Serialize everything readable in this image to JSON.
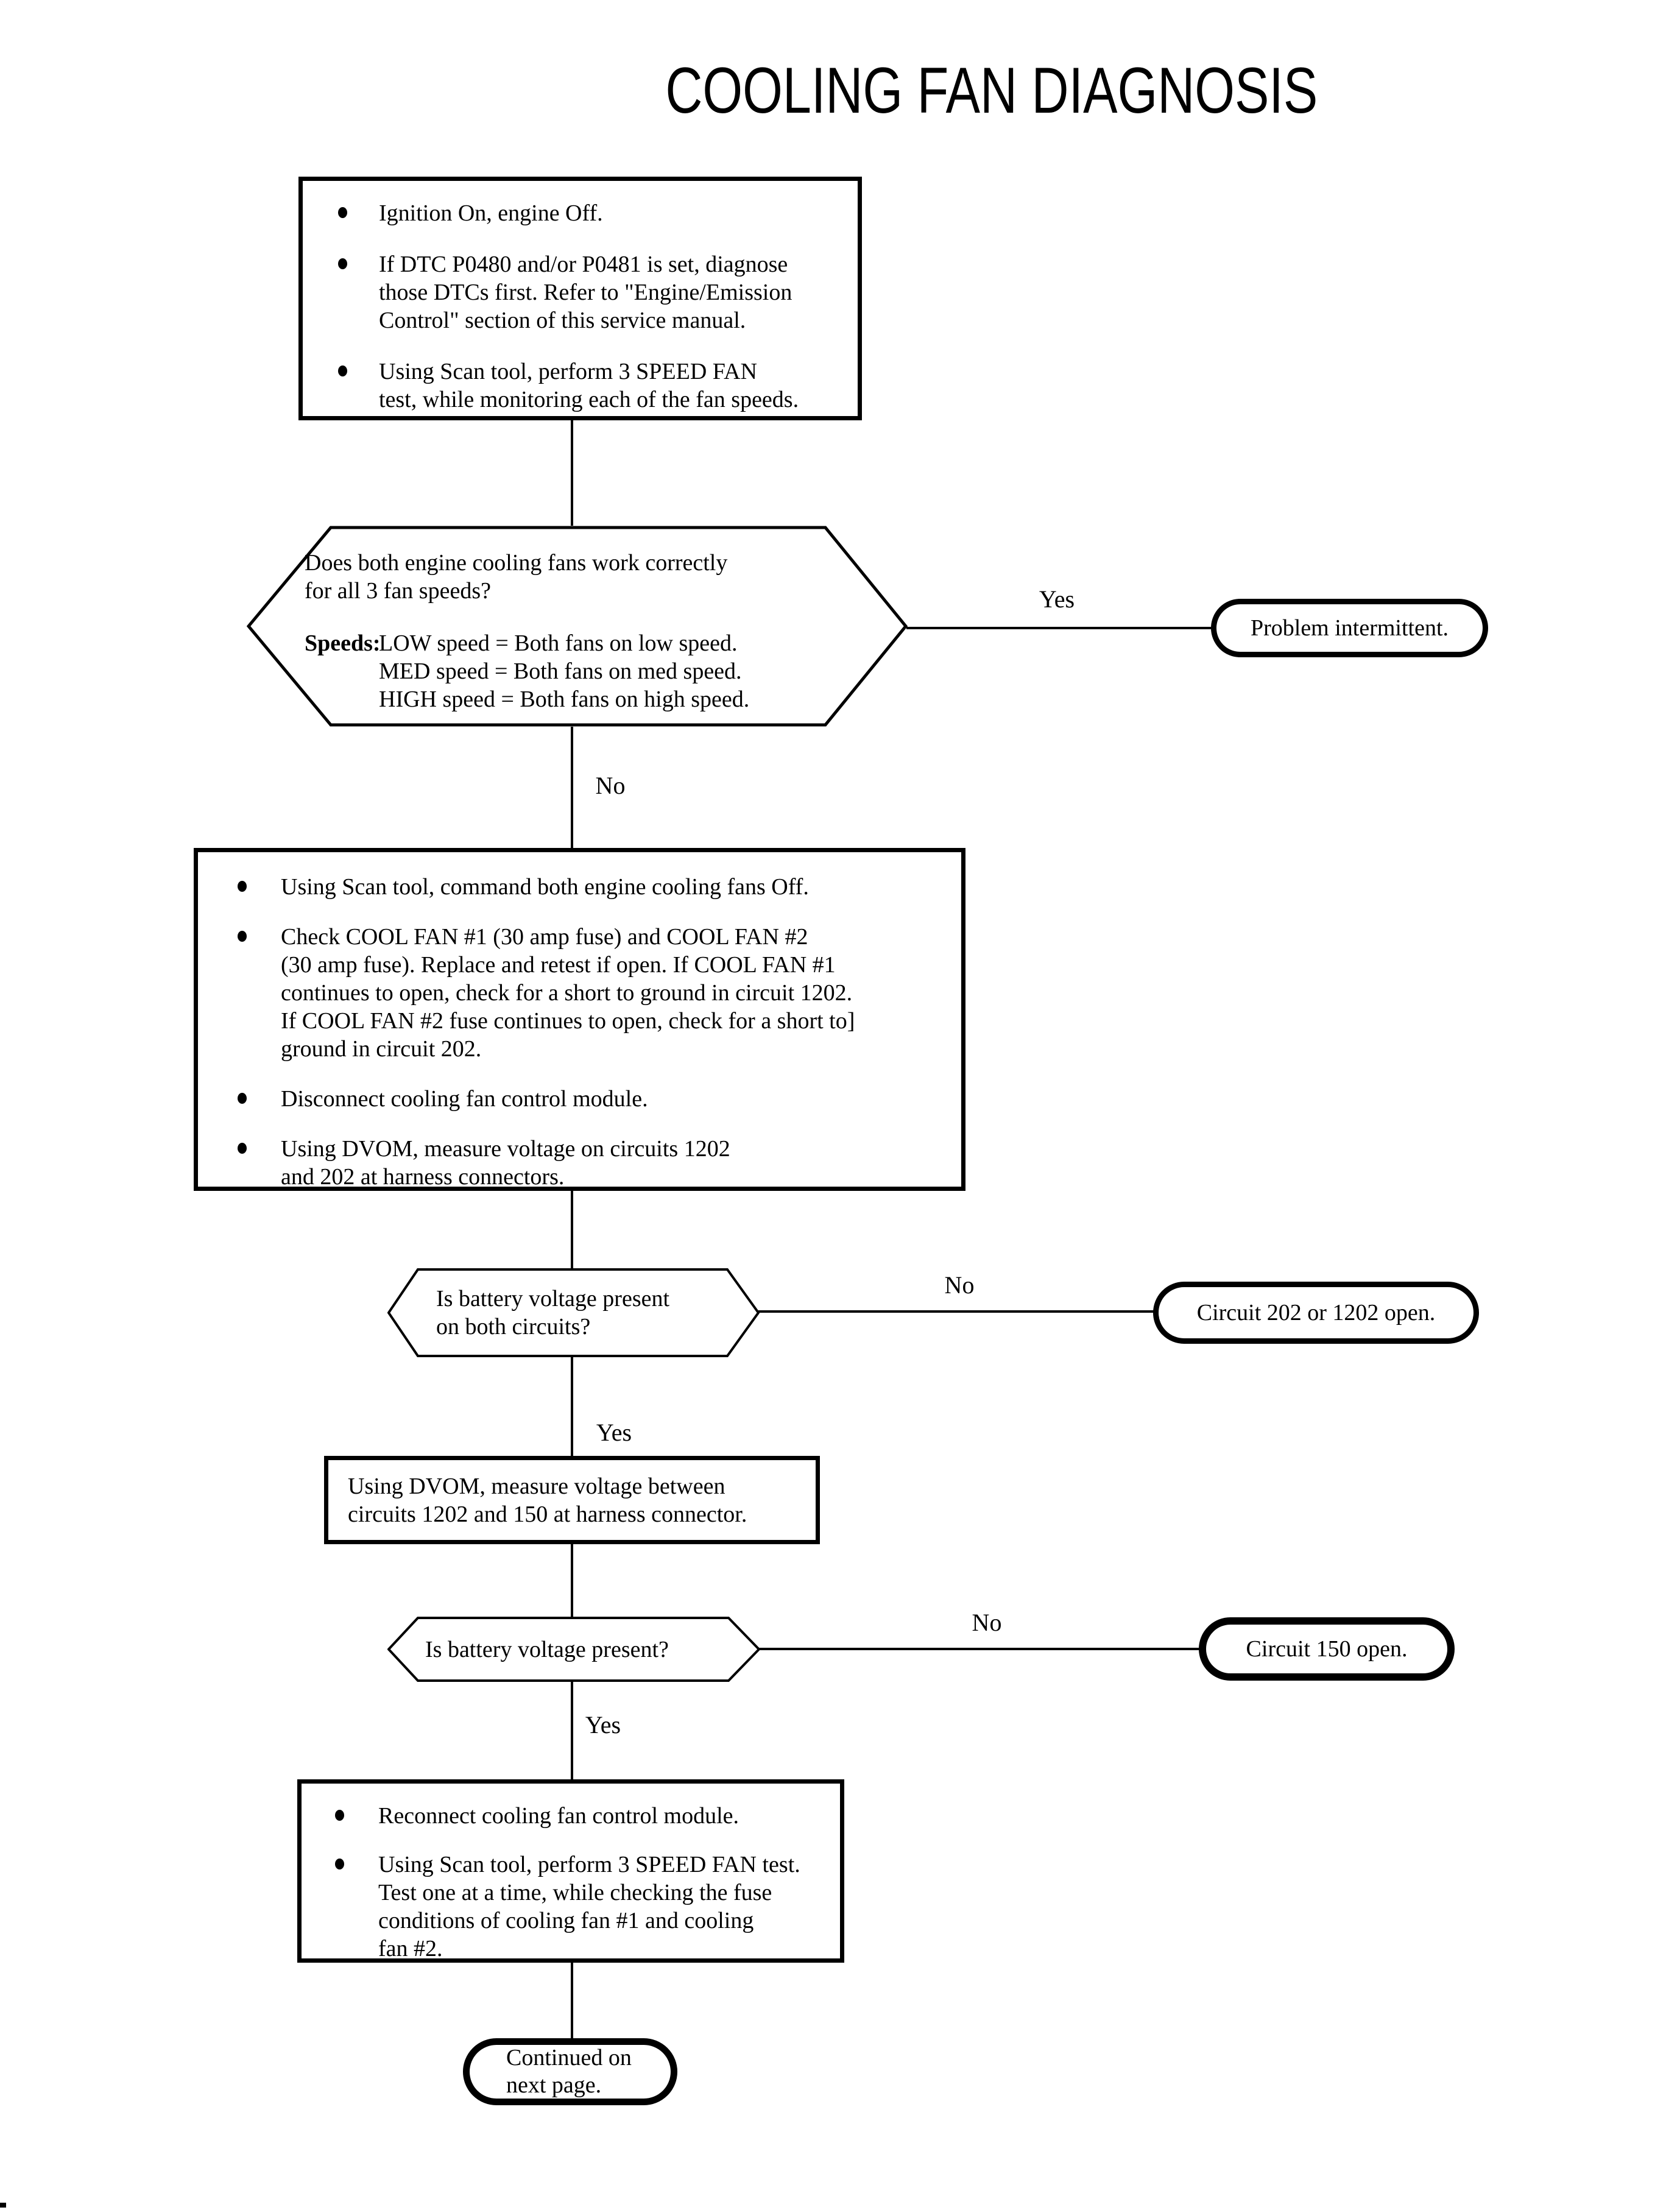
{
  "flow": {
    "title": "COOLING FAN DIAGNOSIS",
    "box1": {
      "bullets": [
        "Ignition On, engine Off.",
        "If DTC P0480 and/or P0481 is set, diagnose\nthose DTCs first. Refer to \"Engine/Emission\nControl\" section of this service manual.",
        "Using Scan tool, perform 3 SPEED FAN\ntest, while monitoring each of the fan speeds."
      ]
    },
    "hex1": {
      "question": "Does both engine cooling fans work correctly\nfor all 3 fan speeds?",
      "speeds_label": "Speeds:",
      "speeds": "LOW speed = Both fans on low speed.\nMED speed = Both fans on med speed.\nHIGH speed = Both fans on high speed."
    },
    "pill_problem_intermittent": "Problem intermittent.",
    "box2": {
      "bullets": [
        "Using Scan tool, command both engine cooling fans Off.",
        "Check COOL FAN #1 (30 amp fuse) and COOL FAN #2\n(30 amp fuse). Replace and retest if open. If COOL FAN #1\ncontinues to open, check for a short to ground in circuit 1202.\nIf COOL FAN #2 fuse continues to open, check for a short to]\nground in circuit 202.",
        "Disconnect cooling fan control module.",
        "Using DVOM, measure voltage on circuits 1202\nand 202 at harness connectors."
      ]
    },
    "hex2": "Is battery voltage present\non both circuits?",
    "pill_circuit_202_1202_open": "Circuit 202 or 1202 open.",
    "box3": "Using DVOM, measure voltage between\ncircuits 1202 and 150 at harness connector.",
    "hex3": "Is battery voltage present?",
    "pill_circuit_150_open": "Circuit 150 open.",
    "box4": {
      "bullets": [
        "Reconnect cooling fan control module.",
        "Using Scan tool, perform 3 SPEED FAN test.\nTest one at a time, while checking the fuse\nconditions of cooling fan #1 and cooling\nfan #2."
      ]
    },
    "pill_continued": "Continued on\nnext page.",
    "labels": {
      "yes1": "Yes",
      "no1": "No",
      "no2": "No",
      "yes2": "Yes",
      "no3": "No",
      "yes3": "Yes"
    }
  }
}
